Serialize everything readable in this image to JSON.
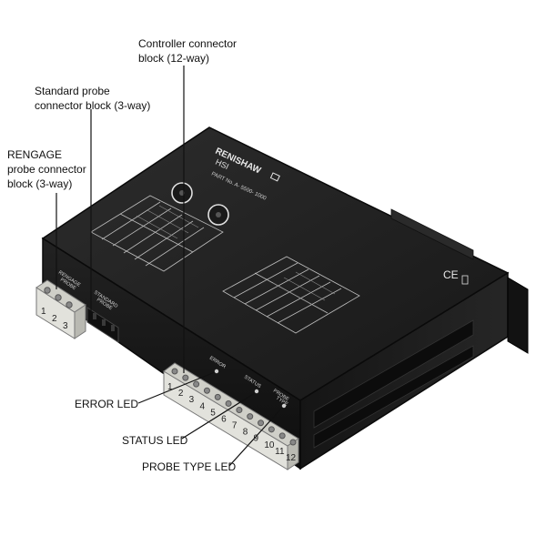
{
  "callouts": {
    "controller": "Controller connector\nblock (12-way)",
    "standard": "Standard probe\nconnector block (3-way)",
    "rengage": "RENGAGE\nprobe connector\nblock (3-way)",
    "error_led": "ERROR LED",
    "status_led": "STATUS LED",
    "probe_type_led": "PROBE TYPE LED"
  },
  "device": {
    "brand": "RENISHAW",
    "model": "HSI",
    "part_no": "PART No. A- 5500- 1000",
    "ce_mark": "CE",
    "label_rengage": "RENGAGE",
    "label_probe": "PROBE",
    "label_standard": "STANDARD",
    "label_standard_probe": "PROBE",
    "label_error": "ERROR",
    "label_status": "STATUS",
    "label_probe_type_1": "PROBE",
    "label_probe_type_2": "TYPE"
  },
  "terminals": {
    "rengage_numbers": [
      "1",
      "2",
      "3"
    ],
    "controller_numbers": [
      "1",
      "2",
      "3",
      "4",
      "5",
      "6",
      "7",
      "8",
      "9",
      "10",
      "11",
      "12"
    ]
  },
  "colors": {
    "housing": "#1c1c1c",
    "housing_top": "#262626",
    "terminal_block": "#e2e2dc",
    "terminal_shadow": "#b9b9b2",
    "leader_line": "#111111"
  }
}
